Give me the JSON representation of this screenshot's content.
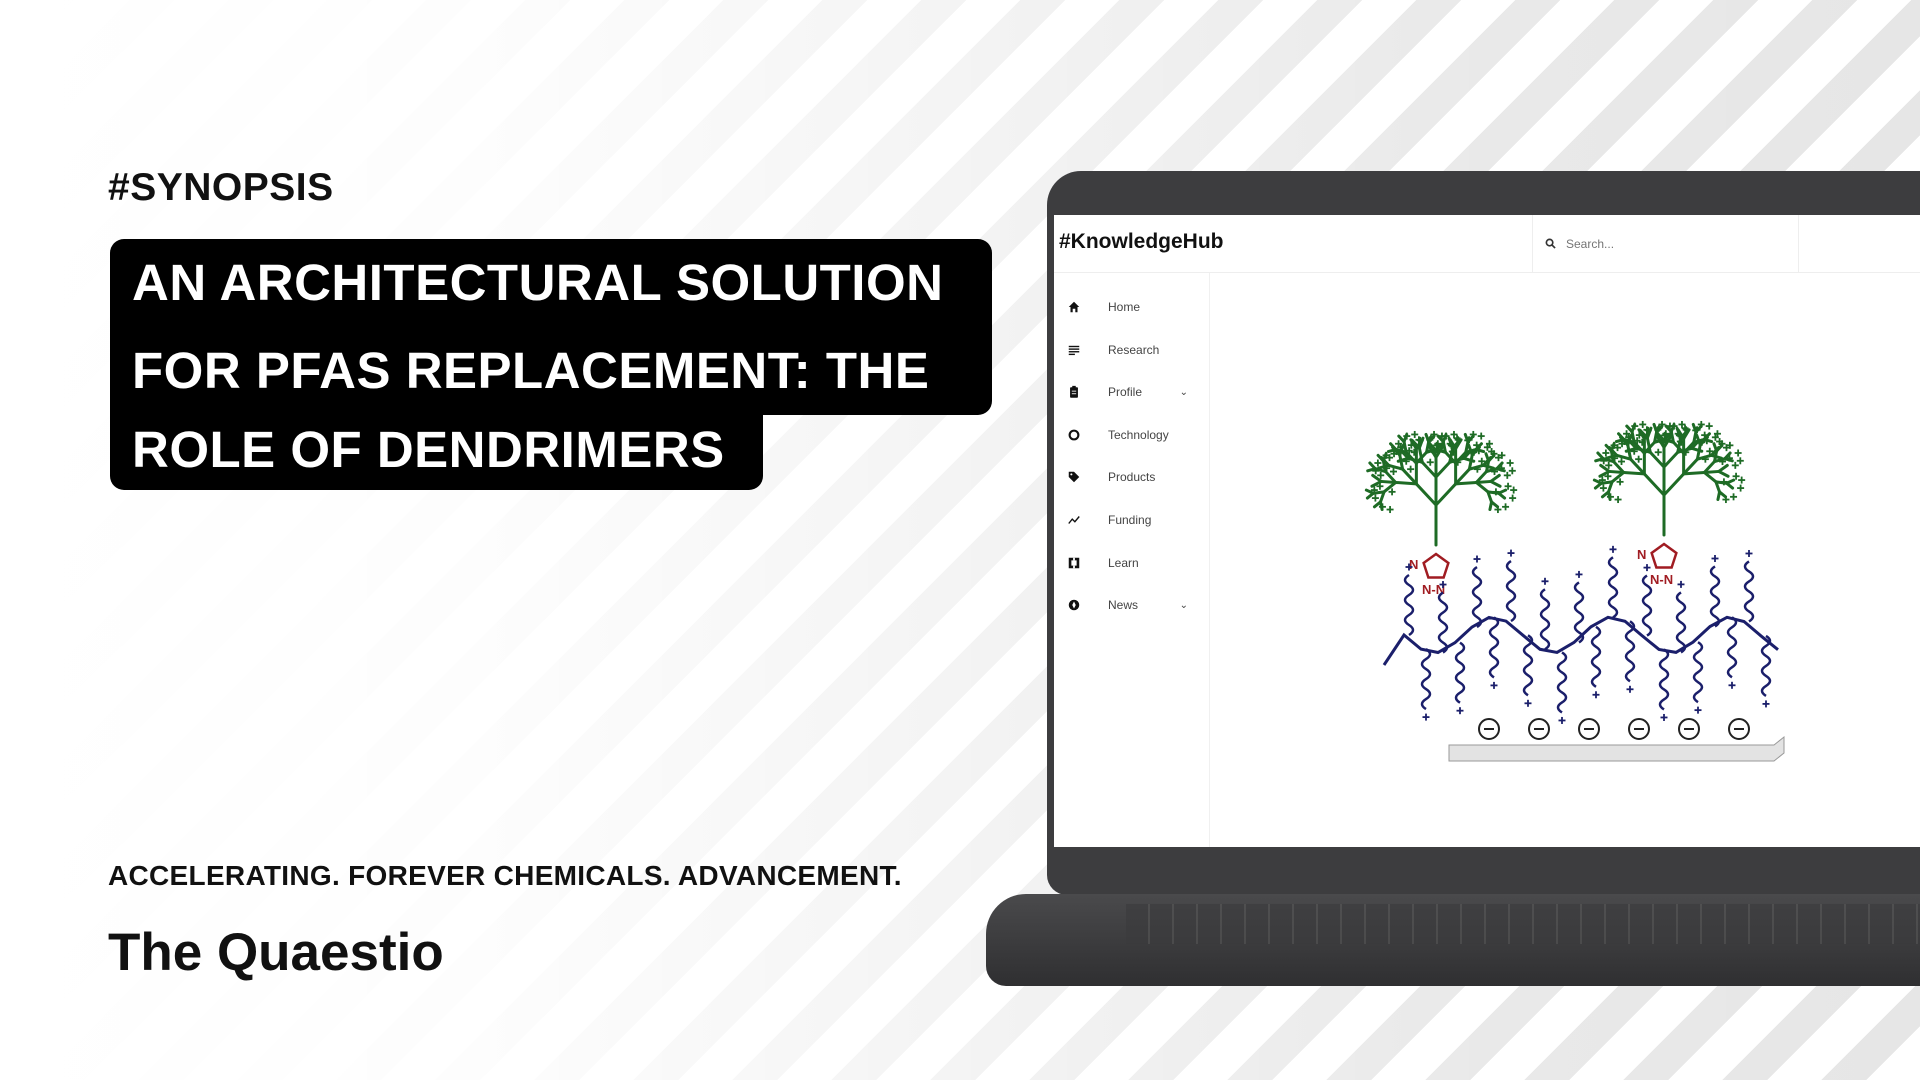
{
  "hashtag": "#SYNOPSIS",
  "title_lines": [
    "AN ARCHITECTURAL SOLUTION",
    "FOR PFAS REPLACEMENT: THE",
    "ROLE OF DENDRIMERS"
  ],
  "tagline": "ACCELERATING. FOREVER CHEMICALS. ADVANCEMENT.",
  "brand": "The Quaestio",
  "laptop_screen": {
    "site_title": "#KnowledgeHub",
    "search": {
      "placeholder": "Search...",
      "icon": "search-icon"
    },
    "sidebar": [
      {
        "label": "Home",
        "icon": "home-icon",
        "has_submenu": false
      },
      {
        "label": "Research",
        "icon": "document-lines-icon",
        "has_submenu": false
      },
      {
        "label": "Profile",
        "icon": "clipboard-icon",
        "has_submenu": true
      },
      {
        "label": "Technology",
        "icon": "circle-icon",
        "has_submenu": false
      },
      {
        "label": "Products",
        "icon": "tag-icon",
        "has_submenu": false
      },
      {
        "label": "Funding",
        "icon": "trending-up-icon",
        "has_submenu": false
      },
      {
        "label": "Learn",
        "icon": "frame-icon",
        "has_submenu": false
      },
      {
        "label": "News",
        "icon": "compass-icon",
        "has_submenu": true
      }
    ],
    "figure": {
      "triazole_labels": [
        "N",
        "N-N"
      ]
    }
  },
  "colors": {
    "dendrimer": "#1e6b25",
    "polymer": "#1b1f6b",
    "triazole": "#a01c22",
    "title_bg": "#000000",
    "laptop": "#3d3d3f"
  }
}
